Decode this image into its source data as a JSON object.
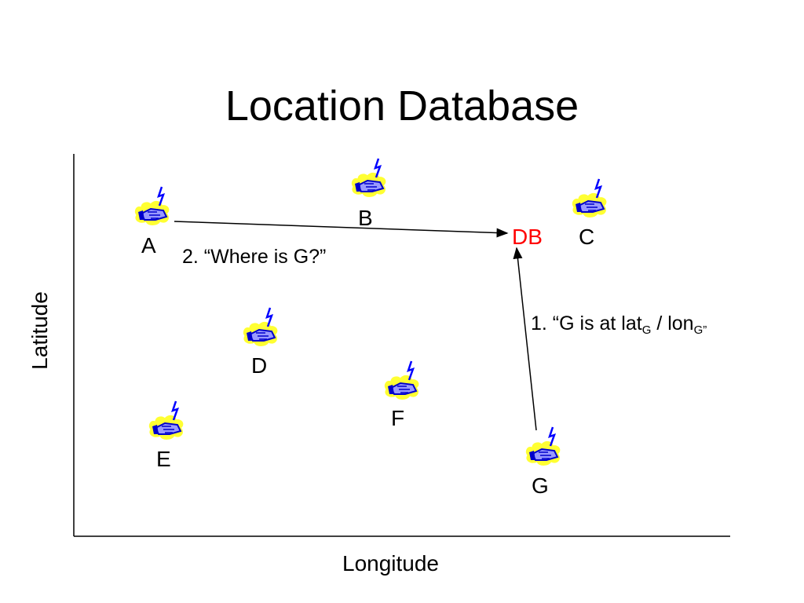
{
  "title": "Location Database",
  "axes": {
    "xlabel": "Longitude",
    "ylabel": "Latitude"
  },
  "nodes": [
    {
      "id": "A",
      "label": "A"
    },
    {
      "id": "B",
      "label": "B"
    },
    {
      "id": "C",
      "label": "C"
    },
    {
      "id": "D",
      "label": "D"
    },
    {
      "id": "E",
      "label": "E"
    },
    {
      "id": "F",
      "label": "F"
    },
    {
      "id": "G",
      "label": "G"
    }
  ],
  "db": {
    "label": "DB",
    "color": "#ff0000"
  },
  "messages": {
    "query": "2. “Where is G?”",
    "update_prefix": "1. “G is at lat",
    "update_sub1": "G",
    "update_mid": " / lon",
    "update_sub2": "G”"
  },
  "icon": {
    "name": "mobile-user-icon",
    "colors": {
      "body": "#ffff33",
      "outline": "#0000cc",
      "hand": "#9999ff",
      "bolt": "#0000ff"
    }
  }
}
